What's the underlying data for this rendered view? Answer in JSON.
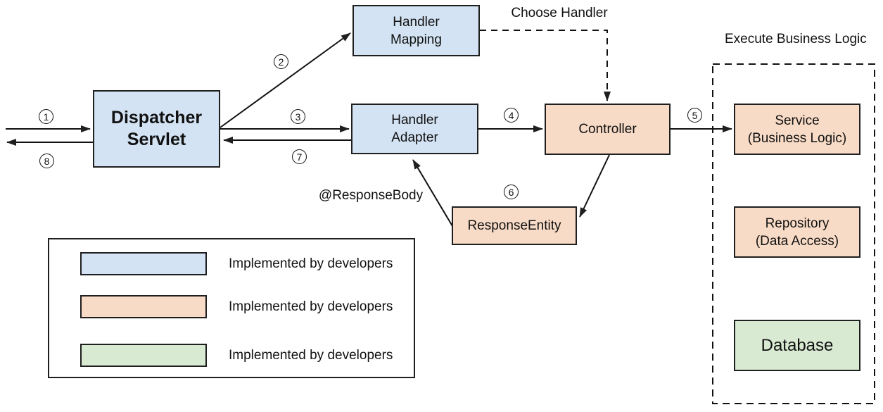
{
  "colors": {
    "blue": "#d3e3f3",
    "orange": "#f8dbc6",
    "green": "#d9ead3",
    "border": "#1f1f1f",
    "text": "#111111",
    "background": "#ffffff"
  },
  "nodes": {
    "dispatcher": {
      "line1": "Dispatcher",
      "line2": "Servlet"
    },
    "handler_mapping": {
      "line1": "Handler",
      "line2": "Mapping"
    },
    "handler_adapter": {
      "line1": "Handler",
      "line2": "Adapter"
    },
    "controller": {
      "line1": "Controller"
    },
    "response_entity": {
      "line1": "ResponseEntity"
    },
    "service": {
      "line1": "Service",
      "line2": "(Business Logic)"
    },
    "repository": {
      "line1": "Repository",
      "line2": "(Data Access)"
    },
    "database": {
      "line1": "Database"
    }
  },
  "labels": {
    "choose_handler": "Choose Handler",
    "response_body": "@ResponseBody",
    "group_title": "Execute Business Logic"
  },
  "steps": [
    "1",
    "2",
    "3",
    "4",
    "5",
    "6",
    "7",
    "8"
  ],
  "legend": {
    "items": [
      {
        "color": "blue",
        "label": "Implemented by developers"
      },
      {
        "color": "orange",
        "label": "Implemented by developers"
      },
      {
        "color": "green",
        "label": "Implemented by developers"
      }
    ]
  }
}
